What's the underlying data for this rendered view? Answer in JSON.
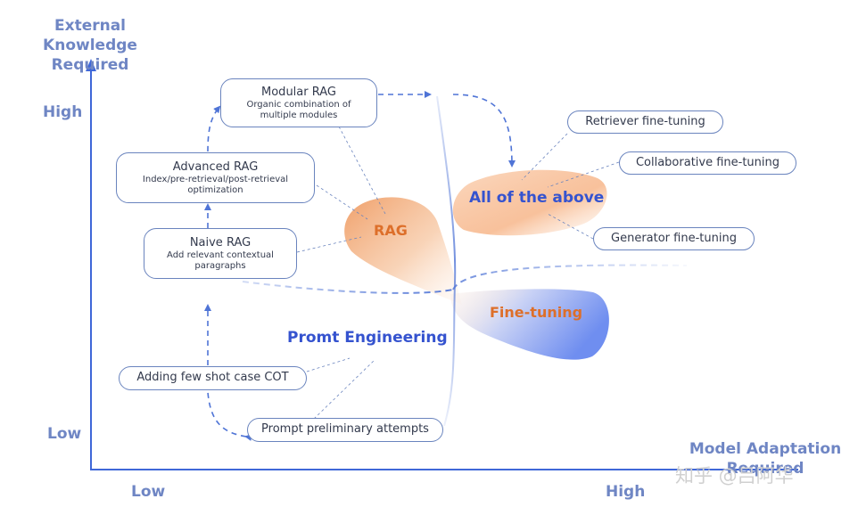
{
  "y_axis": {
    "title_line1": "External Knowledge",
    "title_line2": "Required",
    "high": "High",
    "low": "Low"
  },
  "x_axis": {
    "title_line1": "Model Adaptation",
    "title_line2": "Required",
    "low": "Low",
    "high": "High"
  },
  "regions": {
    "rag": "RAG",
    "all_above": "All of the above",
    "fine_tuning": "Fine-tuning",
    "prompt_engineering": "Promt Engineering"
  },
  "rag_steps": {
    "modular": {
      "title": "Modular RAG",
      "desc_line1": "Organic combination of",
      "desc_line2": "multiple modules"
    },
    "advanced": {
      "title": "Advanced RAG",
      "desc_line1": "Index/pre-retrieval/post-retrieval",
      "desc_line2": "optimization"
    },
    "naive": {
      "title": "Naive RAG",
      "desc_line1": "Add relevant contextual",
      "desc_line2": "paragraphs"
    }
  },
  "prompt_steps": {
    "few_shot": "Adding few shot case COT",
    "preliminary": "Prompt preliminary attempts"
  },
  "finetune_items": {
    "retriever": "Retriever fine-tuning",
    "collaborative": "Collaborative fine-tuning",
    "generator": "Generator fine-tuning"
  },
  "watermark": "知乎 @吕阿华",
  "colors": {
    "axis": "#3f67d8",
    "axis_label": "#6f86c4",
    "rag": "#dd6f2a",
    "blue_label": "#3553cf",
    "connector": "#4f74d6",
    "box_border": "#6a84be"
  }
}
